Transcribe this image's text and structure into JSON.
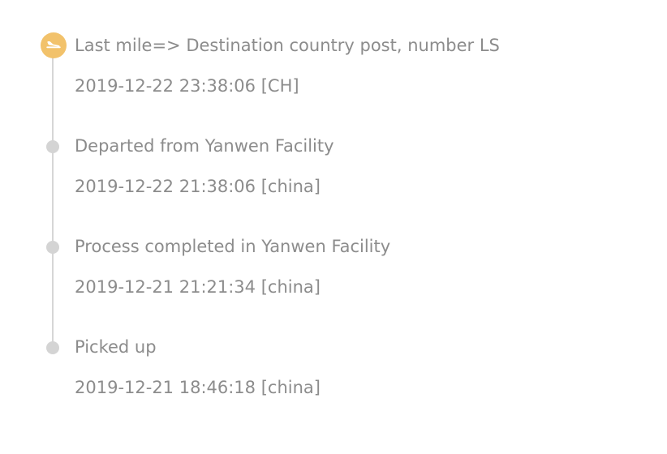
{
  "colors": {
    "text": "#8c8c8c",
    "line": "#d6d6d6",
    "dot": "#d4d4d4",
    "active_dot": "#f2c26b"
  },
  "events": [
    {
      "title": "Last mile=> Destination country post, number LS",
      "time": "2019-12-22 23:38:06 [CH]",
      "icon": "plane-landing-icon",
      "active": true
    },
    {
      "title": "Departed from Yanwen Facility",
      "time": "2019-12-22 21:38:06 [china]",
      "active": false
    },
    {
      "title": "Process completed in Yanwen Facility",
      "time": "2019-12-21 21:21:34 [china]",
      "active": false
    },
    {
      "title": "Picked up",
      "time": "2019-12-21 18:46:18 [china]",
      "active": false
    }
  ]
}
